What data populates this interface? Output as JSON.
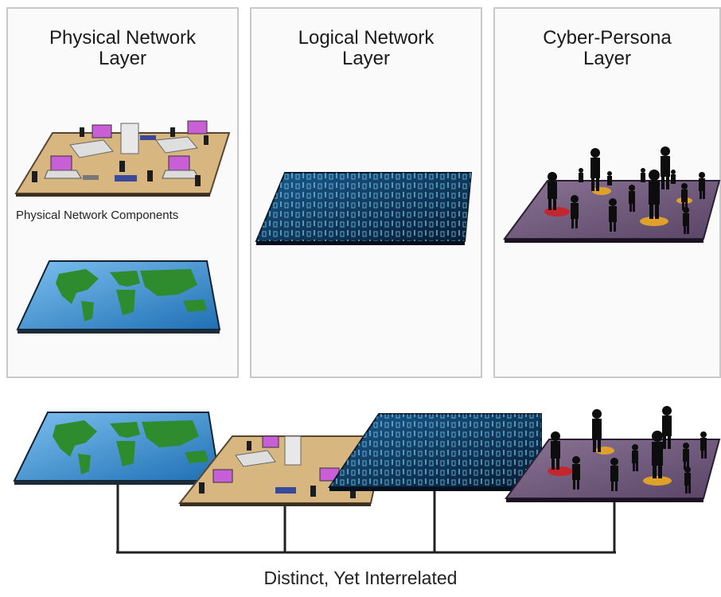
{
  "panels": [
    {
      "title": "Physical Network\nLayer"
    },
    {
      "title": "Logical Network\nLayer"
    },
    {
      "title": "Cyber-Persona\nLayer"
    }
  ],
  "physical_caption": "Physical Network Components",
  "bottom_caption": "Distinct, Yet Interrelated",
  "colors": {
    "panel_border": "#c9c9c9",
    "map_ocean": "#3f8fcf",
    "map_land": "#2e8b2e",
    "board_wood": "#d9b98a",
    "code_bg": "#0b2a4a",
    "code_glyph": "#6fd3ff",
    "persona_floor": "#6f5a78",
    "connector": "#222222"
  }
}
